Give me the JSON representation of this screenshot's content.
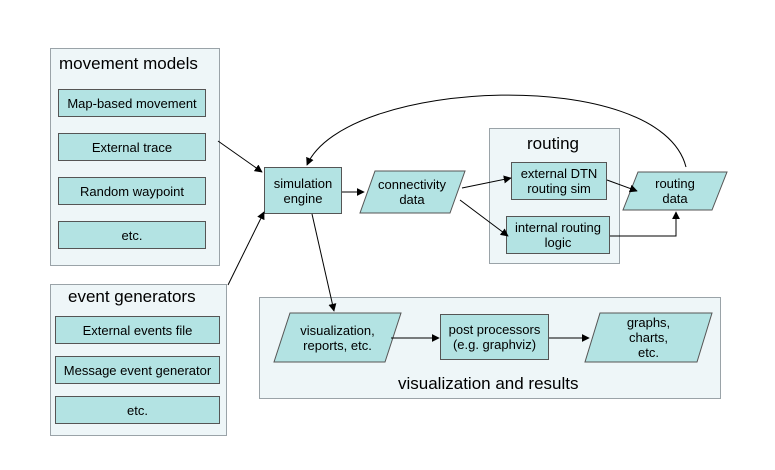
{
  "movement_models": {
    "title": "movement models",
    "items": [
      "Map-based movement",
      "External trace",
      "Random waypoint",
      "etc."
    ]
  },
  "event_generators": {
    "title": "event generators",
    "items": [
      "External events file",
      "Message event generator",
      "etc."
    ]
  },
  "simulation_engine": "simulation\nengine",
  "connectivity_data": "connectivity\ndata",
  "routing": {
    "title": "routing",
    "external": "external DTN\nrouting sim",
    "internal": "internal routing\nlogic"
  },
  "routing_data": "routing\ndata",
  "visualization": {
    "title": "visualization and results",
    "reports": "visualization,\nreports, etc.",
    "post_processors": "post processors\n(e.g. graphviz)",
    "graphs": "graphs,\ncharts,\netc."
  },
  "colors": {
    "box_fill": "#b3e3e3",
    "group_fill": "#eef6f8",
    "border": "#555555"
  }
}
